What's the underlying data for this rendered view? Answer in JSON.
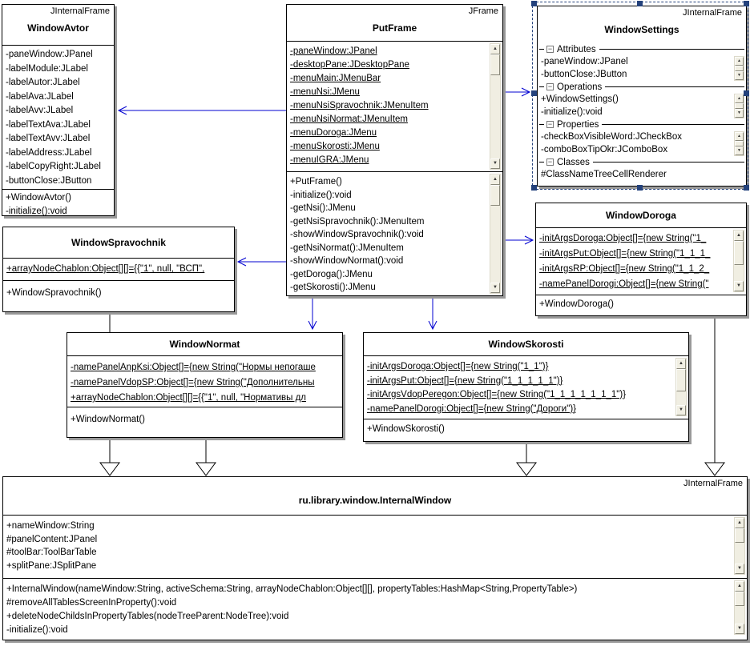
{
  "icons": {
    "scroll_up": "▲",
    "scroll_down": "▼",
    "collapse": "−"
  },
  "colors": {
    "connector_blue": "#0000d0",
    "selection_navy": "#24427c",
    "shadow_gray": "#999999"
  },
  "classes": {
    "windowAvtor": {
      "stereotype": "JInternalFrame",
      "name": "WindowAvtor",
      "attributes": [
        "-paneWindow:JPanel",
        "-labelModule:JLabel",
        "-labelAutor:JLabel",
        "-labelAva:JLabel",
        "-labelAvv:JLabel",
        "-labelTextAva:JLabel",
        "-labelTextAvv:JLabel",
        "-labelAddress:JLabel",
        "-labelCopyRight:JLabel",
        "-buttonClose:JButton"
      ],
      "methods": [
        "+WindowAvtor()",
        "-initialize():void"
      ]
    },
    "putFrame": {
      "stereotype": "JFrame",
      "name": "PutFrame",
      "attributes": [
        "-paneWindow:JPanel",
        "-desktopPane:JDesktopPane",
        "-menuMain:JMenuBar",
        "-menuNsi:JMenu",
        "-menuNsiSpravochnik:JMenuItem",
        "-menuNsiNormat:JMenuItem",
        "-menuDoroga:JMenu",
        "-menuSkorosti:JMenu",
        "-menuIGRA:JMenu"
      ],
      "methods": [
        "+PutFrame()",
        "-initialize():void",
        "-getNsi():JMenu",
        "-getNsiSpravochnik():JMenuItem",
        "-showWindowSpravochnik():void",
        "-getNsiNormat():JMenuItem",
        "-showWindowNormat():void",
        "-getDoroga():JMenu",
        "-getSkorosti():JMenu"
      ]
    },
    "windowSettings": {
      "stereotype": "JInternalFrame",
      "name": "WindowSettings",
      "sections": [
        {
          "label": "Attributes",
          "items": [
            "-paneWindow:JPanel",
            "-buttonClose:JButton"
          ]
        },
        {
          "label": "Operations",
          "items": [
            "+WindowSettings()",
            "-initialize():void"
          ]
        },
        {
          "label": "Properties",
          "items": [
            "-checkBoxVisibleWord:JCheckBox",
            "-comboBoxTipOkr:JComboBox"
          ]
        },
        {
          "label": "Classes",
          "items": [
            "#ClassNameTreeCellRenderer"
          ]
        }
      ]
    },
    "windowSpravochnik": {
      "name": "WindowSpravochnik",
      "attributes": [
        "+arrayNodeChablon:Object[][]={{\"1\", null, \"ВСП\","
      ],
      "methods": [
        "+WindowSpravochnik()"
      ]
    },
    "windowDoroga": {
      "name": "WindowDoroga",
      "attributes": [
        "-initArgsDoroga:Object[]={new String(\"1_",
        "-initArgsPut:Object[]={new String(\"1_1_1_",
        "-initArgsRP:Object[]={new String(\"1_1_2_",
        "-namePanelDorogi:Object[]={new String(\""
      ],
      "methods": [
        "+WindowDoroga()"
      ]
    },
    "windowNormat": {
      "name": "WindowNormat",
      "attributes": [
        "-namePanelAnpKsi:Object[]={new String(\"Нормы непогаше",
        "-namePanelVdopSP:Object[]={new String(\"Дополнительны",
        "+arrayNodeChablon:Object[][]={{\"1\", null, \"Нормативы дл"
      ],
      "methods": [
        "+WindowNormat()"
      ]
    },
    "windowSkorosti": {
      "name": "WindowSkorosti",
      "attributes": [
        "-initArgsDoroga:Object[]={new String(\"1_1\")}",
        "-initArgsPut:Object[]={new String(\"1_1_1_1_1\")}",
        "-initArgsVdopPeregon:Object[]={new String(\"1_1_1_1_1_1_1\")}",
        "-namePanelDorogi:Object[]={new String(\"Дороги\")}"
      ],
      "methods": [
        "+WindowSkorosti()"
      ]
    },
    "internalWindow": {
      "stereotype": "JInternalFrame",
      "name": "ru.library.window.InternalWindow",
      "attributes": [
        "+nameWindow:String",
        "#panelContent:JPanel",
        "#toolBar:ToolBarTable",
        "+splitPane:JSplitPane"
      ],
      "methods": [
        "+InternalWindow(nameWindow:String, activeSchema:String, arrayNodeChablon:Object[][], propertyTables:HashMap<String,PropertyTable>)",
        "#removeAllTablesScreenInProperty():void",
        "+deleteNodeChildsInPropertyTables(nodeTreeParent:NodeTree):void",
        "-initialize():void"
      ]
    }
  }
}
